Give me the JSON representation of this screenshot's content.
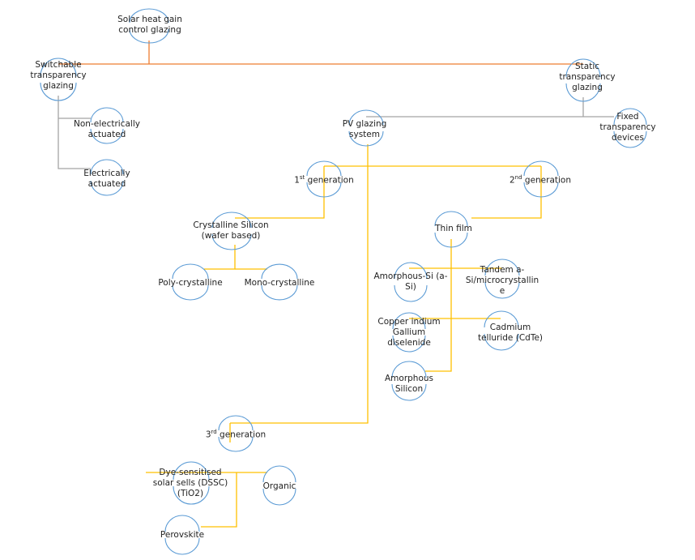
{
  "colors": {
    "orange_connector": "#ED7D31",
    "gray_connector": "#A5A5A5",
    "gold_connector": "#FFC000",
    "node_arc": "#5B9BD5",
    "text": "#222222"
  },
  "nodes": {
    "solar": "Solar heat gain\ncontrol glazing",
    "switchable": "Switchable\ntransparency\nglazing",
    "static": "Static\ntransparency\nglazing",
    "non_electric": "Non-electrically\nactuated",
    "electric": "Electrically\nactuated",
    "pv": "PV glazing\nsystem",
    "fixed": "Fixed\ntransparency\ndevices",
    "gen1_num": "1",
    "gen1_sup": "st",
    "gen1_rest": " generation",
    "gen2_num": "2",
    "gen2_sup": "nd",
    "gen2_rest": " generation",
    "gen3_num": "3",
    "gen3_sup": "rd",
    "gen3_rest": " generation",
    "crystalline": "Crystalline Silicon\n(wafer based)",
    "thin_film": "Thin film",
    "poly": "Poly-crystalline",
    "mono": "Mono-crystalline",
    "asi": "Amorphous-Si (a-\nSi)",
    "tandem": "Tandem a-\nSi/microcrystallin\ne",
    "cigs": "Copper indium\nGallium\ndiselenide",
    "cdte": "Cadmium\ntelluride (CdTe)",
    "amorphous": "Amorphous\nSilicon",
    "dssc": "Dye-sensitised\nsolar sells (DSSC)\n(TiO2)",
    "organic": "Organic",
    "perovskite": "Perovskite"
  }
}
